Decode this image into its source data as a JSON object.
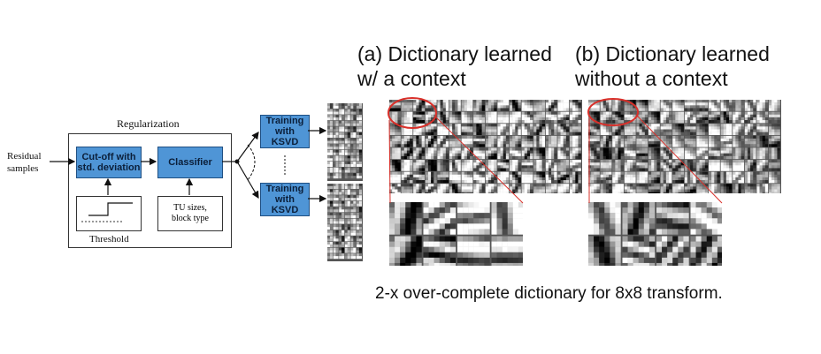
{
  "diagram": {
    "input_label_line1": "Residual",
    "input_label_line2": "samples",
    "regularization_title": "Regularization",
    "cutoff_line1": "Cut-off with",
    "cutoff_line2": "std. deviation",
    "classifier": "Classifier",
    "threshold_label": "Threshold",
    "tu_line1": "TU sizes,",
    "tu_line2": "block type",
    "training_top_line1": "Training",
    "training_top_line2": "with KSVD",
    "training_bottom_line1": "Training",
    "training_bottom_line2": "with KSVD"
  },
  "panels": {
    "a_line1": "(a) Dictionary learned",
    "a_line2": "w/ a context",
    "b_line1": "(b) Dictionary learned",
    "b_line2": "without a context"
  },
  "footer": {
    "caption": "2-x over-complete dictionary for 8x8 transform."
  },
  "colors": {
    "box_fill": "#4f95d6",
    "box_border": "#1f4f82",
    "highlight_ellipse": "#d9302a"
  }
}
